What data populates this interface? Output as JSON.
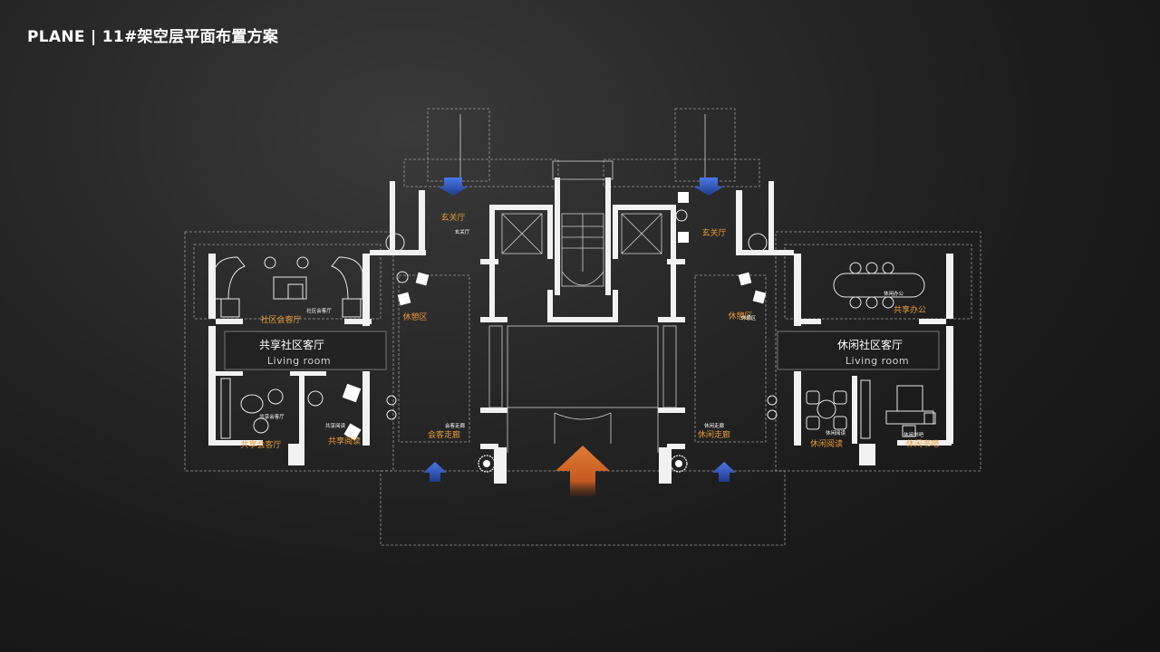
{
  "header": {
    "title": "PLANE | 11#架空层平面布置方案"
  },
  "rooms": {
    "shared_lounge_box": {
      "cn": "共享社区客厅",
      "en": "Living room"
    },
    "leisure_lounge_box": {
      "cn": "休闲社区客厅",
      "en": "Living room"
    }
  },
  "labels_orange": {
    "entry_hall_left": "玄关厅",
    "entry_hall_right": "玄关厅",
    "rest_area_left": "休憩区",
    "rest_area_right": "休憩区",
    "community_lounge": "社区会客厅",
    "shared_meeting": "共享会客厅",
    "shared_reading": "共享阅读",
    "meeting_corridor": "会客走廊",
    "leisure_corridor": "休闲走廊",
    "shared_office": "共享办公",
    "leisure_reading": "休闲阅读",
    "leisure_bar": "休闲书吧"
  },
  "labels_small": {
    "entry_hall_left": "玄关厅",
    "community_lounge": "社区会客厅",
    "rest_area_right": "休憩区",
    "shared_meeting": "共享会客厅",
    "shared_reading": "共享阅读",
    "meeting_corridor": "会客走廊",
    "leisure_corridor": "休闲走廊",
    "shared_office": "休闲办公",
    "leisure_reading": "休闲阅读",
    "leisure_bar": "休闲书吧"
  },
  "colors": {
    "accent_orange": "#e89a3a",
    "arrow_blue": "#2f5bd0",
    "arrow_orange": "#d9692a"
  },
  "icons": [
    "arrow-down-icon",
    "arrow-up-icon",
    "main-entry-arrow-icon",
    "plant-icon"
  ]
}
